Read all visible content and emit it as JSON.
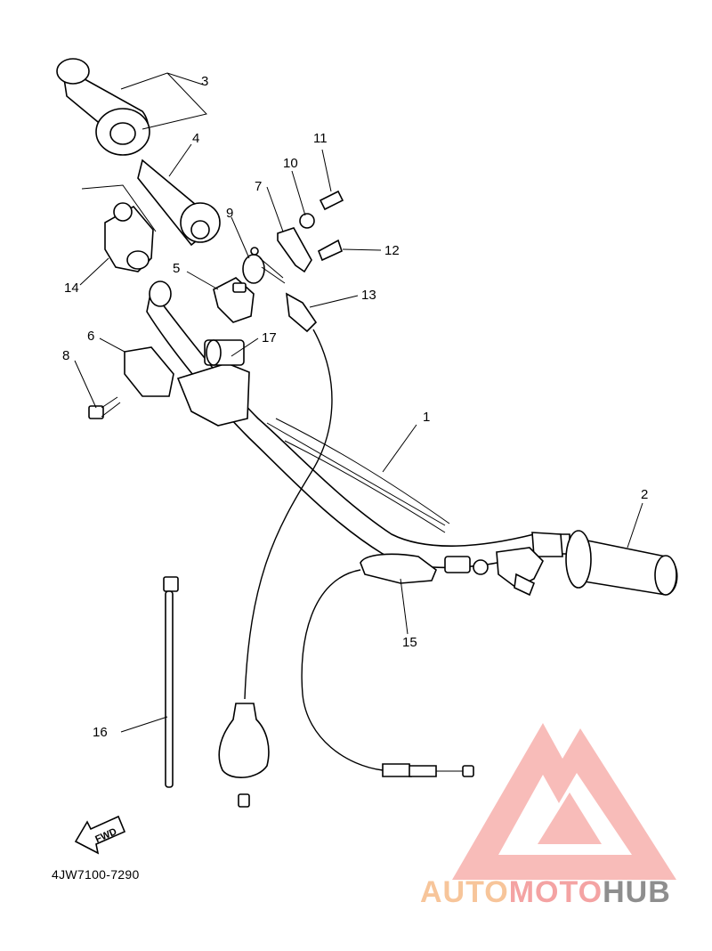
{
  "callouts": [
    "1",
    "2",
    "3",
    "4",
    "5",
    "6",
    "7",
    "8",
    "9",
    "10",
    "11",
    "12",
    "13",
    "14",
    "15",
    "16",
    "17"
  ],
  "diagram_code": "4JW7100-7290",
  "fwd_label": "FWD",
  "brand": {
    "part1": "AUTO",
    "part2": "MOTO",
    "part3": "HUB"
  },
  "colors": {
    "logo_red": "#f4a3a3",
    "logo_orange": "#f7c59a",
    "logo_gray": "#8e8e8e"
  }
}
